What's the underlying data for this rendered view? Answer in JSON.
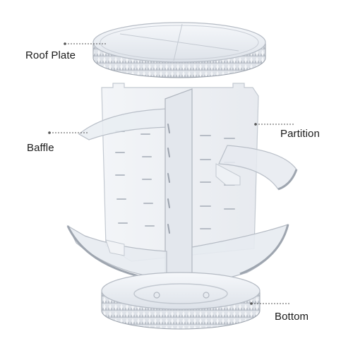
{
  "labels": {
    "roof_plate": "Roof Plate",
    "baffle": "Baffle",
    "partition": "Partition",
    "bottom": "Bottom"
  },
  "colors": {
    "acrylic_edge": "#c9ced6",
    "acrylic_fill": "#eef1f5",
    "crystal_dark": "#8f96a0",
    "label_text": "#1a1a1a",
    "leader_line": "#555555"
  }
}
